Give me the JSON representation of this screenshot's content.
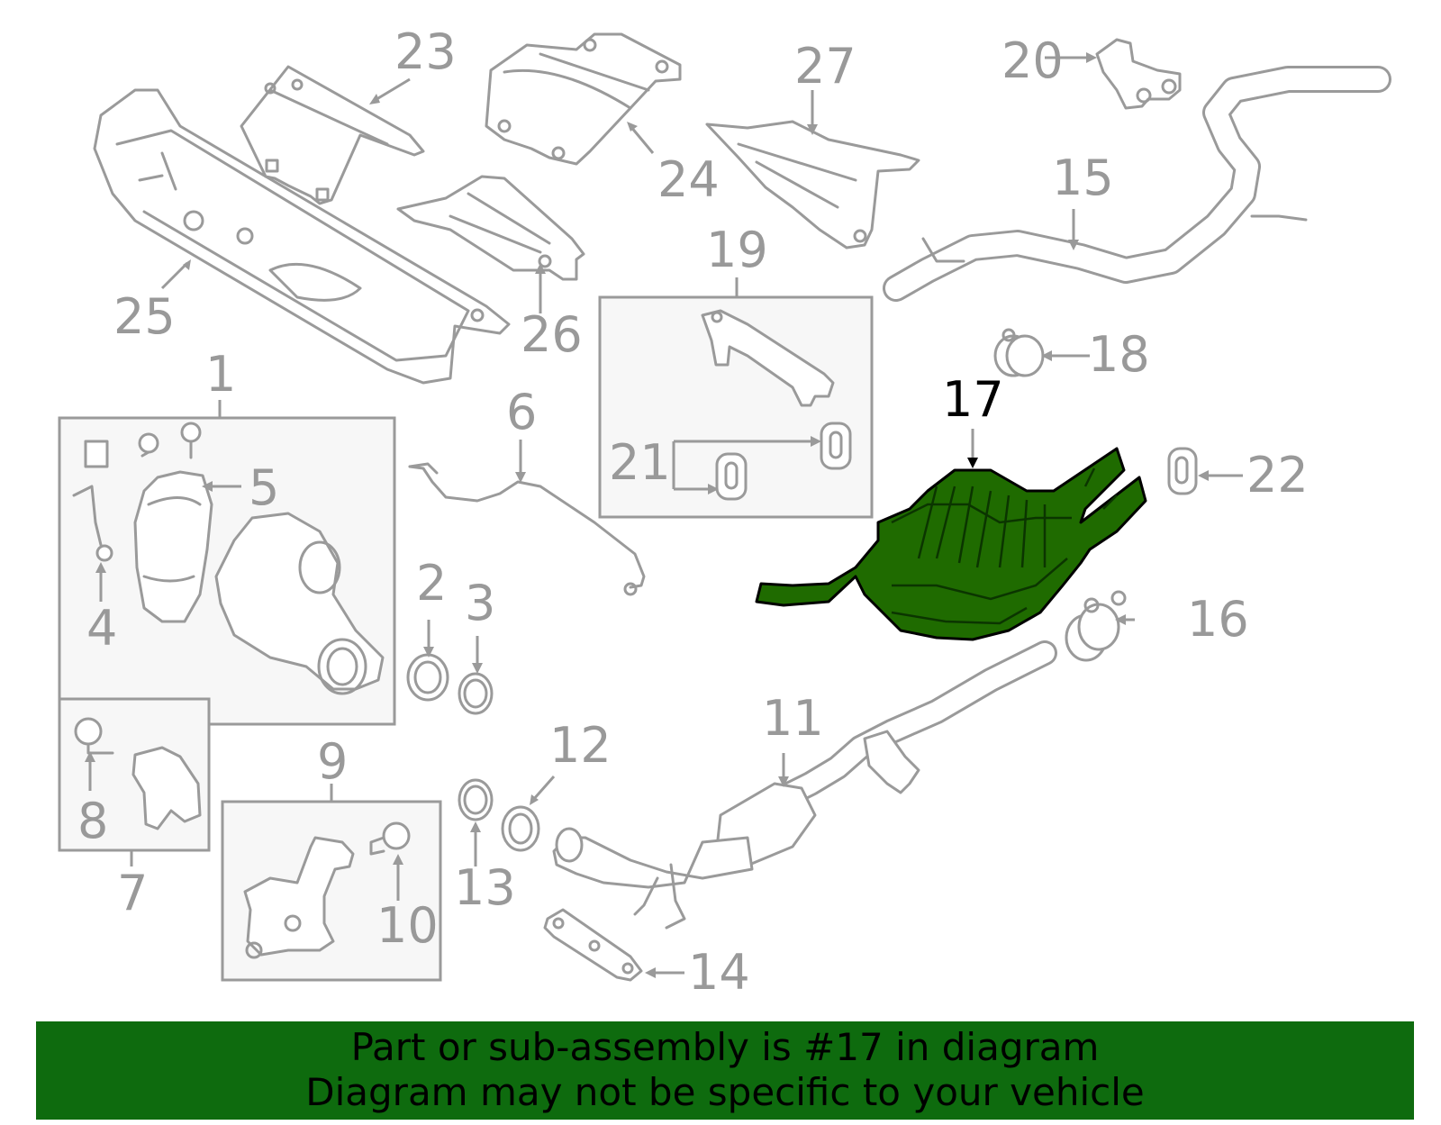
{
  "callouts": {
    "c1": "1",
    "c2": "2",
    "c3": "3",
    "c4": "4",
    "c5": "5",
    "c6": "6",
    "c7": "7",
    "c8": "8",
    "c9": "9",
    "c10": "10",
    "c11": "11",
    "c12": "12",
    "c13": "13",
    "c14": "14",
    "c15": "15",
    "c16": "16",
    "c17": "17",
    "c18": "18",
    "c19": "19",
    "c20": "20",
    "c21": "21",
    "c22": "22",
    "c23": "23",
    "c24": "24",
    "c25": "25",
    "c26": "26",
    "c27": "27"
  },
  "highlight": {
    "part": "17",
    "color": "#1f6b00"
  },
  "banner": {
    "line1": "Part or sub-assembly is #17 in diagram",
    "line2": "Diagram may not be specific to your vehicle",
    "background": "#0e6b0e"
  }
}
